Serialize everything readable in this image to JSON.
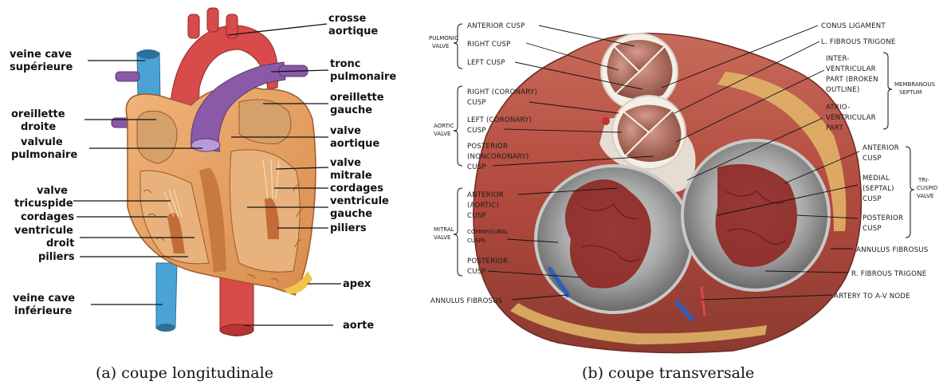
{
  "panel_a": {
    "caption": "(a)  coupe longitudinale",
    "labels": {
      "crosse_aortique": [
        "crosse",
        "aortique"
      ],
      "veine_cave_sup": [
        "veine cave",
        "supérieure"
      ],
      "tronc_pulmonaire": [
        "tronc",
        "pulmonaire"
      ],
      "oreillette_gauche": [
        "oreillette",
        "gauche"
      ],
      "oreillette_droite": [
        "oreillette",
        "droite"
      ],
      "valve_aortique": [
        "valve",
        "aortique"
      ],
      "valvule_pulmonaire": [
        "valvule",
        "pulmonaire"
      ],
      "valve_mitrale": [
        "valve",
        "mitrale"
      ],
      "cordages_g": [
        "cordages"
      ],
      "valve_tricuspide": [
        "valve",
        "tricuspide"
      ],
      "ventricule_gauche": [
        "ventricule",
        "gauche"
      ],
      "cordages_d": [
        "cordages"
      ],
      "ventricule_droit": [
        "ventricule",
        "droit"
      ],
      "piliers_g": [
        "piliers"
      ],
      "piliers_d": [
        "piliers"
      ],
      "apex": [
        "apex"
      ],
      "veine_cave_inf": [
        "veine cave",
        "inférieure"
      ],
      "aorte": [
        "aorte"
      ]
    }
  },
  "panel_b": {
    "caption": "(b)  coupe transversale",
    "labels": {
      "anterior_cusp_top": [
        "ANTERIOR CUSP"
      ],
      "right_cusp": [
        "RIGHT CUSP"
      ],
      "left_cusp": [
        "LEFT CUSP"
      ],
      "right_coronary": [
        "RIGHT (CORONARY)",
        "CUSP"
      ],
      "left_coronary": [
        "LEFT (CORONARY)",
        "CUSP"
      ],
      "posterior_noncoronary": [
        "POSTERIOR",
        "(NONCORONARY)",
        "CUSP"
      ],
      "anterior_aortic": [
        "ANTERIOR",
        "(AORTIC)",
        "CUSP"
      ],
      "commissural": [
        "COMMISSURAL",
        "CUSPS"
      ],
      "posterior_cusp_left": [
        "POSTERIOR",
        "CUSP"
      ],
      "annulus_left": [
        "ANNULUS FIBROSUS"
      ],
      "conus_ligament": [
        "CONUS LIGAMENT"
      ],
      "l_fibrous_trigone": [
        "L. FIBROUS TRIGONE"
      ],
      "interventricular": [
        "INTER-",
        "VENTRICULAR",
        "PART (BROKEN",
        "OUTLINE)"
      ],
      "atrioventricular": [
        "ATRIO-",
        "VENTRICULAR",
        "PART"
      ],
      "anterior_cusp_right": [
        "ANTERIOR",
        "CUSP"
      ],
      "medial_septal": [
        "MEDIAL",
        "(SEPTAL)",
        "CUSP"
      ],
      "posterior_cusp_right": [
        "POSTERIOR",
        "CUSP"
      ],
      "annulus_right": [
        "ANNULUS FIBROSUS"
      ],
      "r_fibrous_trigone": [
        "R. FIBROUS TRIGONE"
      ],
      "artery_av_node": [
        "ARTERY TO A-V NODE"
      ]
    },
    "groups": {
      "pulmonic": [
        "PULMONIC",
        "VALVE"
      ],
      "aortic": [
        "AORTIC",
        "VALVE"
      ],
      "mitral": [
        "MITRAL",
        "VALVE"
      ],
      "membranous": [
        "MEMBRANOUS",
        "SEPTUM"
      ],
      "tricuspid": [
        "TRI-",
        "CUSPID",
        "VALVE"
      ]
    }
  },
  "colors": {
    "aorta_red": "#d94a4a",
    "vein_blue": "#4aa3d6",
    "pulmonary_purple": "#8a5aa8",
    "myocardium": "#e9a76a",
    "myocardium_dark": "#b5642e",
    "cavity_grey": "#8f8f8f",
    "tissue_red": "#9c2b25"
  }
}
